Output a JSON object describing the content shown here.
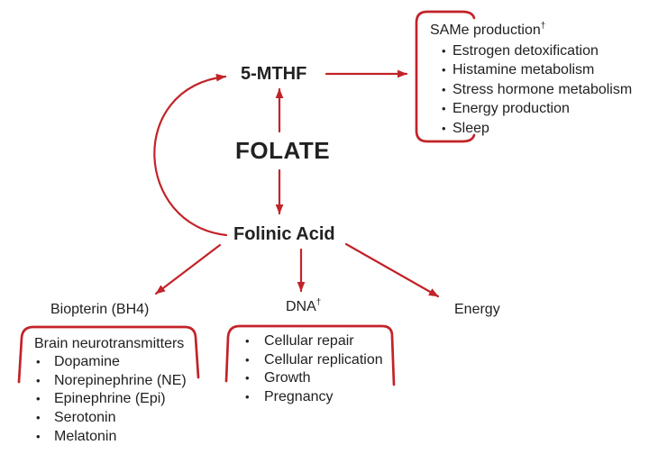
{
  "colors": {
    "arrow_red": "#c22329",
    "text_dark": "#212121",
    "background": "#ffffff"
  },
  "nodes": {
    "folate": "FOLATE",
    "mthf": "5-MTHF",
    "folinic": "Folinic Acid"
  },
  "same_group": {
    "heading": "SAMe production",
    "heading_sup": "†",
    "bullet": "•",
    "items": [
      "Estrogen detoxification",
      "Histamine metabolism",
      "Stress hormone metabolism",
      "Energy production",
      "Sleep"
    ]
  },
  "biopterin_branch": {
    "label": "Biopterin (BH4)",
    "heading": "Brain neurotransmitters",
    "bullet": "•",
    "items": [
      "Dopamine",
      "Norepinephrine (NE)",
      "Epinephrine (Epi)",
      "Serotonin",
      "Melatonin"
    ]
  },
  "dna_branch": {
    "label": "DNA",
    "label_sup": "†",
    "bullet": "•",
    "items": [
      "Cellular repair",
      "Cellular replication",
      "Growth",
      "Pregnancy"
    ]
  },
  "energy_branch": {
    "label": "Energy"
  }
}
